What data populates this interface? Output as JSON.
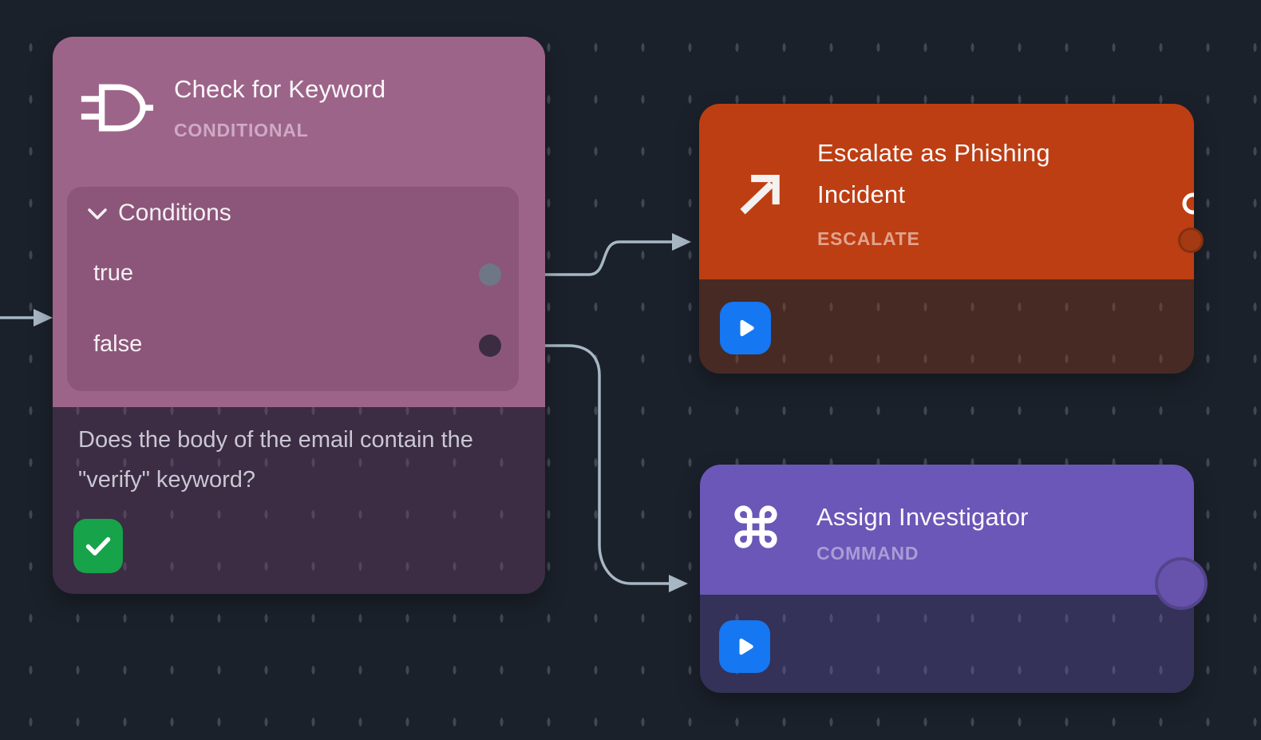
{
  "canvas": {
    "background_color": "#1b212b",
    "grid_dash_color": "#414753",
    "connector_color": "#a7b7c4"
  },
  "nodes": {
    "conditional": {
      "title": "Check for Keyword",
      "type_label": "CONDITIONAL",
      "icon": "logic-gate-icon",
      "header_color": "#9d6489",
      "panel": {
        "title": "Conditions",
        "collapse_icon": "chevron-down-icon",
        "outputs": [
          {
            "label": "true",
            "port_color": "#6f7787"
          },
          {
            "label": "false",
            "port_color": "#3b2c41"
          }
        ]
      },
      "description": "Does the body of the email contain the \"verify\" keyword?",
      "status": {
        "icon": "check-icon",
        "color": "#17a34a"
      }
    },
    "escalate": {
      "title": "Escalate as Phishing Incident",
      "type_label": "ESCALATE",
      "icon": "arrow-up-right-icon",
      "header_color": "#bd3e12",
      "port_color": "#a33a13",
      "action": {
        "icon": "play-icon",
        "color": "#1577f2"
      }
    },
    "command": {
      "title": "Assign Investigator",
      "type_label": "COMMAND",
      "icon": "command-icon",
      "header_color": "#6a57b7",
      "port_color": "#6753ac",
      "action": {
        "icon": "play-icon",
        "color": "#1577f2"
      }
    }
  },
  "edges": [
    {
      "from": "canvas-left",
      "to": "conditional"
    },
    {
      "from": "conditional.true",
      "to": "escalate"
    },
    {
      "from": "conditional.false",
      "to": "command"
    }
  ]
}
